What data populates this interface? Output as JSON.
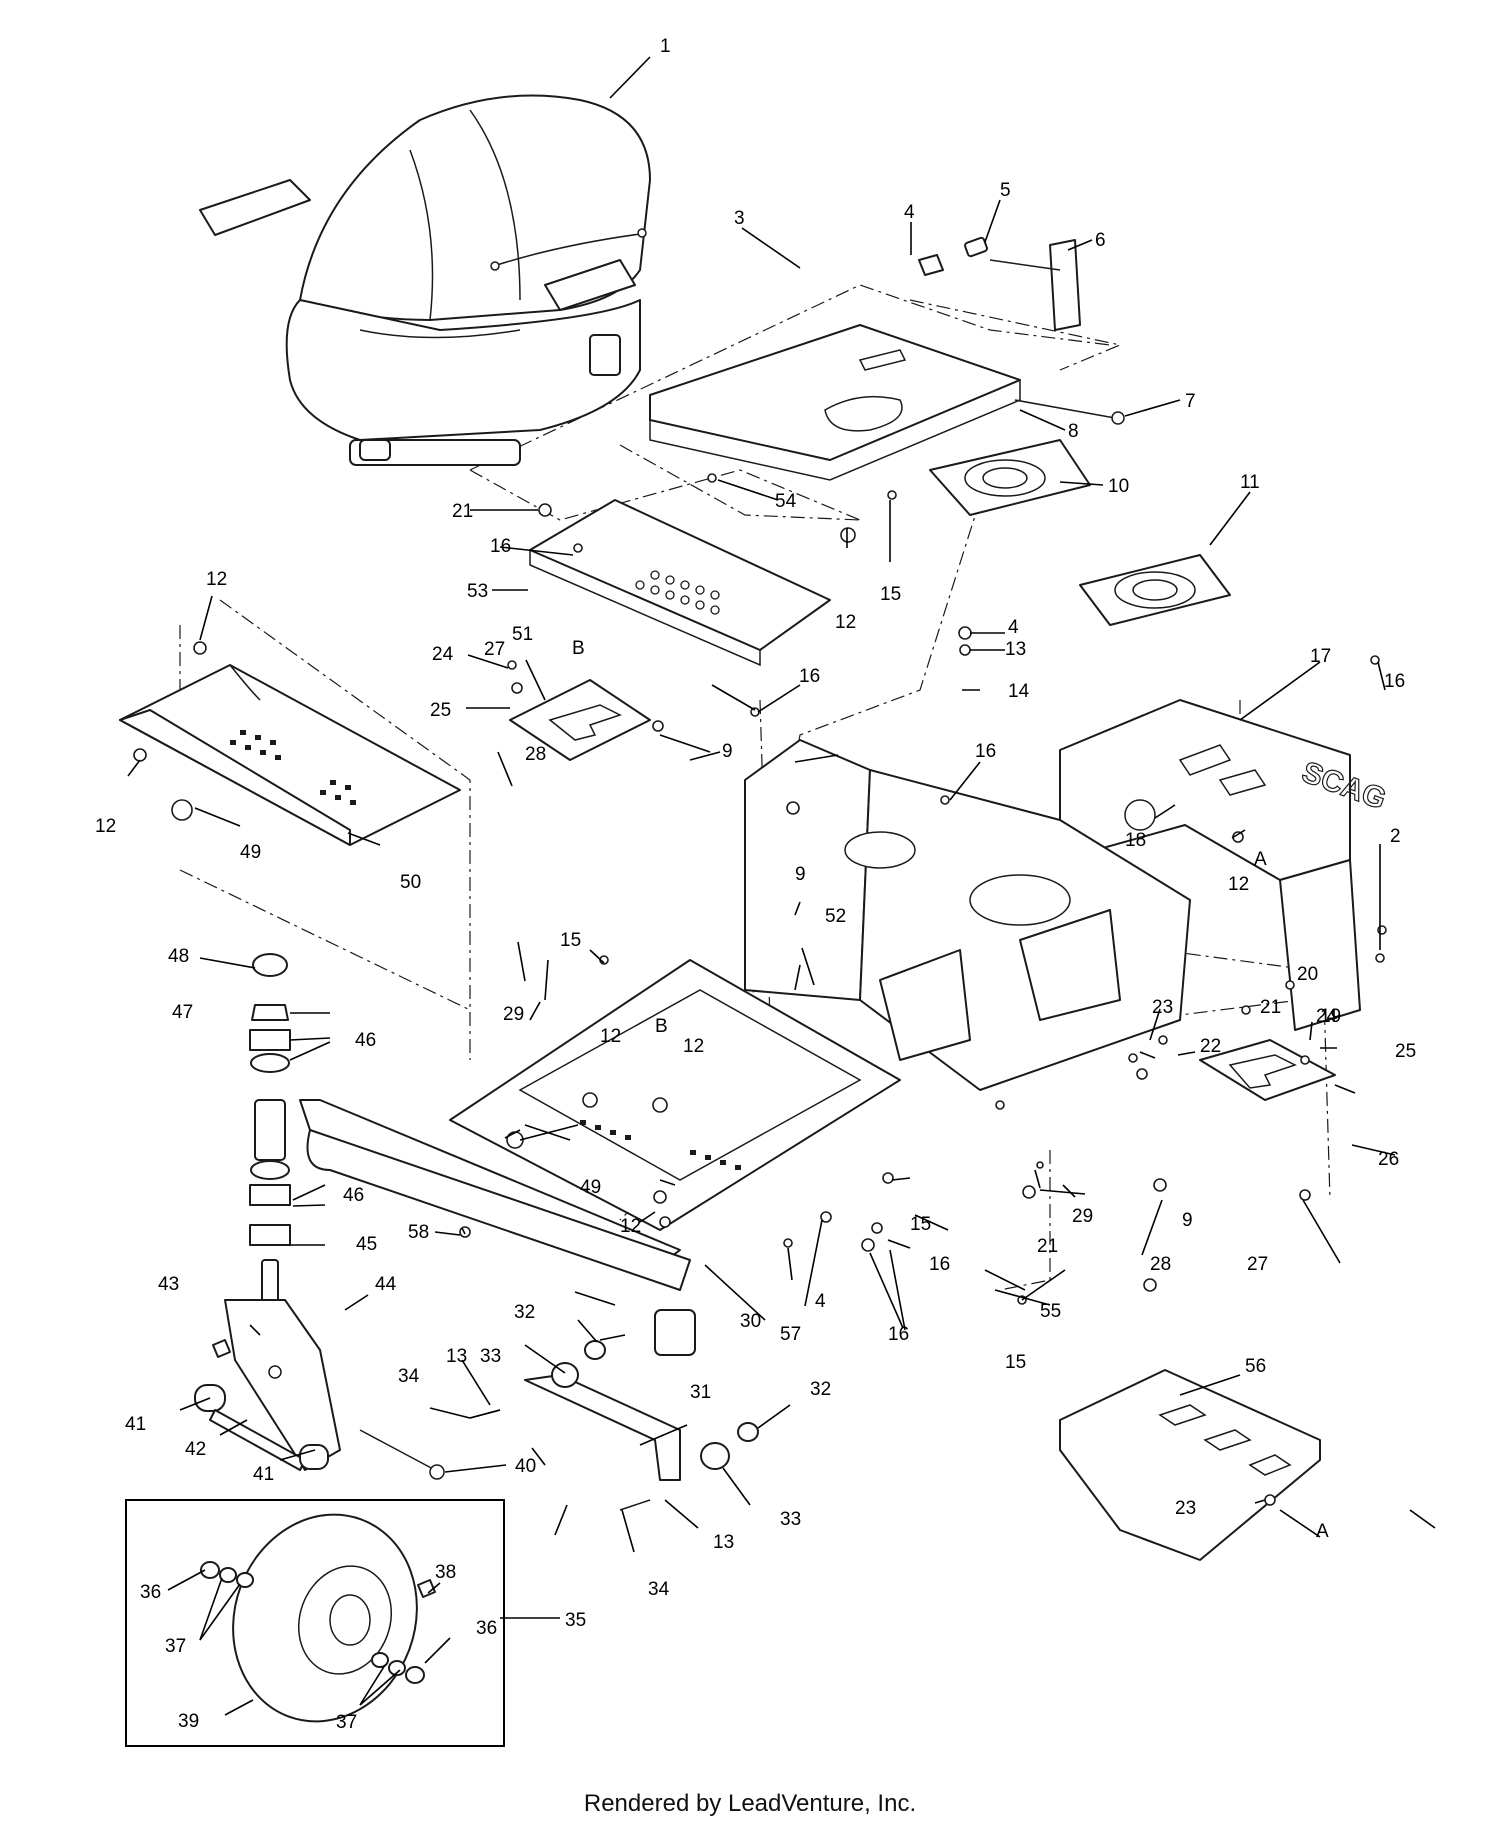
{
  "footer": "Rendered by LeadVenture, Inc.",
  "ref_a": "A",
  "ref_b": "B",
  "callouts": [
    {
      "id": "c1",
      "label": "1"
    },
    {
      "id": "c2",
      "label": "2"
    },
    {
      "id": "c3",
      "label": "3"
    },
    {
      "id": "c4a",
      "label": "4"
    },
    {
      "id": "c4b",
      "label": "4"
    },
    {
      "id": "c4c",
      "label": "4"
    },
    {
      "id": "c5",
      "label": "5"
    },
    {
      "id": "c6",
      "label": "6"
    },
    {
      "id": "c7",
      "label": "7"
    },
    {
      "id": "c8",
      "label": "8"
    },
    {
      "id": "c9a",
      "label": "9"
    },
    {
      "id": "c9b",
      "label": "9"
    },
    {
      "id": "c9c",
      "label": "9"
    },
    {
      "id": "c10",
      "label": "10"
    },
    {
      "id": "c11",
      "label": "11"
    },
    {
      "id": "c12a",
      "label": "12"
    },
    {
      "id": "c12b",
      "label": "12"
    },
    {
      "id": "c12c",
      "label": "12"
    },
    {
      "id": "c12d",
      "label": "12"
    },
    {
      "id": "c12e",
      "label": "12"
    },
    {
      "id": "c12f",
      "label": "12"
    },
    {
      "id": "c12g",
      "label": "12"
    },
    {
      "id": "c13a",
      "label": "13"
    },
    {
      "id": "c13b",
      "label": "13"
    },
    {
      "id": "c13c",
      "label": "13"
    },
    {
      "id": "c14",
      "label": "14"
    },
    {
      "id": "c15a",
      "label": "15"
    },
    {
      "id": "c15b",
      "label": "15"
    },
    {
      "id": "c15c",
      "label": "15"
    },
    {
      "id": "c15d",
      "label": "15"
    },
    {
      "id": "c16a",
      "label": "16"
    },
    {
      "id": "c16b",
      "label": "16"
    },
    {
      "id": "c16c",
      "label": "16"
    },
    {
      "id": "c16d",
      "label": "16"
    },
    {
      "id": "c16e",
      "label": "16"
    },
    {
      "id": "c16f",
      "label": "16"
    },
    {
      "id": "c17",
      "label": "17"
    },
    {
      "id": "c18",
      "label": "18"
    },
    {
      "id": "c19",
      "label": "19"
    },
    {
      "id": "c20",
      "label": "20"
    },
    {
      "id": "c21a",
      "label": "21"
    },
    {
      "id": "c21b",
      "label": "21"
    },
    {
      "id": "c21c",
      "label": "21"
    },
    {
      "id": "c22",
      "label": "22"
    },
    {
      "id": "c23a",
      "label": "23"
    },
    {
      "id": "c23b",
      "label": "23"
    },
    {
      "id": "c24a",
      "label": "24"
    },
    {
      "id": "c24b",
      "label": "24"
    },
    {
      "id": "c25a",
      "label": "25"
    },
    {
      "id": "c25b",
      "label": "25"
    },
    {
      "id": "c26",
      "label": "26"
    },
    {
      "id": "c27a",
      "label": "27"
    },
    {
      "id": "c27b",
      "label": "27"
    },
    {
      "id": "c28a",
      "label": "28"
    },
    {
      "id": "c28b",
      "label": "28"
    },
    {
      "id": "c29a",
      "label": "29"
    },
    {
      "id": "c29b",
      "label": "29"
    },
    {
      "id": "c30",
      "label": "30"
    },
    {
      "id": "c31",
      "label": "31"
    },
    {
      "id": "c32a",
      "label": "32"
    },
    {
      "id": "c32b",
      "label": "32"
    },
    {
      "id": "c33a",
      "label": "33"
    },
    {
      "id": "c33b",
      "label": "33"
    },
    {
      "id": "c34a",
      "label": "34"
    },
    {
      "id": "c34b",
      "label": "34"
    },
    {
      "id": "c35",
      "label": "35"
    },
    {
      "id": "c36a",
      "label": "36"
    },
    {
      "id": "c36b",
      "label": "36"
    },
    {
      "id": "c37a",
      "label": "37"
    },
    {
      "id": "c37b",
      "label": "37"
    },
    {
      "id": "c38",
      "label": "38"
    },
    {
      "id": "c39",
      "label": "39"
    },
    {
      "id": "c40",
      "label": "40"
    },
    {
      "id": "c41a",
      "label": "41"
    },
    {
      "id": "c41b",
      "label": "41"
    },
    {
      "id": "c42",
      "label": "42"
    },
    {
      "id": "c43",
      "label": "43"
    },
    {
      "id": "c44",
      "label": "44"
    },
    {
      "id": "c45",
      "label": "45"
    },
    {
      "id": "c46a",
      "label": "46"
    },
    {
      "id": "c46b",
      "label": "46"
    },
    {
      "id": "c47",
      "label": "47"
    },
    {
      "id": "c48",
      "label": "48"
    },
    {
      "id": "c49a",
      "label": "49"
    },
    {
      "id": "c49b",
      "label": "49"
    },
    {
      "id": "c50",
      "label": "50"
    },
    {
      "id": "c51",
      "label": "51"
    },
    {
      "id": "c52",
      "label": "52"
    },
    {
      "id": "c53",
      "label": "53"
    },
    {
      "id": "c54",
      "label": "54"
    },
    {
      "id": "c55",
      "label": "55"
    },
    {
      "id": "c56",
      "label": "56"
    },
    {
      "id": "c57",
      "label": "57"
    },
    {
      "id": "c58",
      "label": "58"
    }
  ]
}
